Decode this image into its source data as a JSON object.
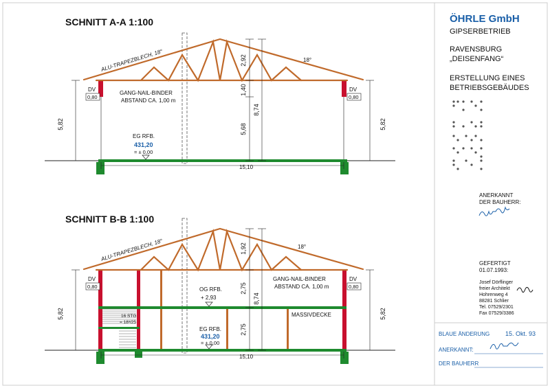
{
  "colors": {
    "wood": "#c06a2b",
    "wall": "#c8102e",
    "slab": "#1e8a2e",
    "line": "#222222",
    "blue": "#1a5fa8",
    "frame": "#cccccc"
  },
  "section_a": {
    "title": "SCHNITT A-A  1:100",
    "roof_label": "ALU-TRAPEZBLECH, 18°",
    "roof_angle": "18°",
    "truss_label_1": "GANG-NAIL-BINDER",
    "truss_label_2": "ABSTAND CA. 1,00 m",
    "dv_left": "DV",
    "dv_left_value": "0,80",
    "dv_right": "DV",
    "dv_right_value": "0,80",
    "floor_label": "EG RFB.",
    "floor_level": "431,20",
    "floor_zero": "= ± 0,00",
    "width_dim": "15,10",
    "height_left": "5,82",
    "height_right": "5,82",
    "dim_roof": "2,92",
    "dim_truss": "1,40",
    "dim_room": "5,68",
    "dim_total": "8,74"
  },
  "section_b": {
    "title": "SCHNITT B-B  1:100",
    "roof_label": "ALU-TRAPEZBLECH, 18°",
    "roof_angle": "18°",
    "truss_label_1": "GANG-NAIL-BINDER",
    "truss_label_2": "ABSTAND CA. 1,00 m",
    "dv_left": "DV",
    "dv_left_value": "0,80",
    "dv_right": "DV",
    "dv_right_value": "0,80",
    "og_label": "OG RFB.",
    "og_level": "+ 2,93",
    "eg_label": "EG RFB.",
    "eg_level": "431,20",
    "eg_zero": "= ± 0,00",
    "stairs_1": "16 STG",
    "stairs_2": "= 18³/25",
    "slab_label": "MASSIVDECKE",
    "width_dim": "15,10",
    "height_left": "5,82",
    "height_right": "5,82",
    "dim_roof": "1,92",
    "dim_upper": "2,75",
    "dim_lower": "2,75",
    "dim_total": "8,74"
  },
  "title_block": {
    "company": "ÖHRLE GmbH",
    "trade": "GIPSERBETRIEB",
    "place": "RAVENSBURG",
    "site": "„DEISENFANG“",
    "project_1": "ERSTELLUNG EINES",
    "project_2": "BETRIEBSGEBÄUDES",
    "approved_1": "ANERKANNT",
    "approved_2": "DER BAUHERR:",
    "made_label": "GEFERTIGT",
    "made_date": "01.07.1993:",
    "architect_1": "Josef Dörflinger",
    "architect_2": "freier Architekt",
    "architect_3": "Hohrenweg 4",
    "architect_4": "88281 Schlier",
    "architect_5": "Tel. 07529/2301",
    "architect_6": "Fax 07529/3386",
    "change_label": "BLAUE ÄNDERUNG",
    "change_date": "15. Okt. 93",
    "acknowledged_label": "ANERKANNT:",
    "client_label": "DER BAUHERR"
  }
}
